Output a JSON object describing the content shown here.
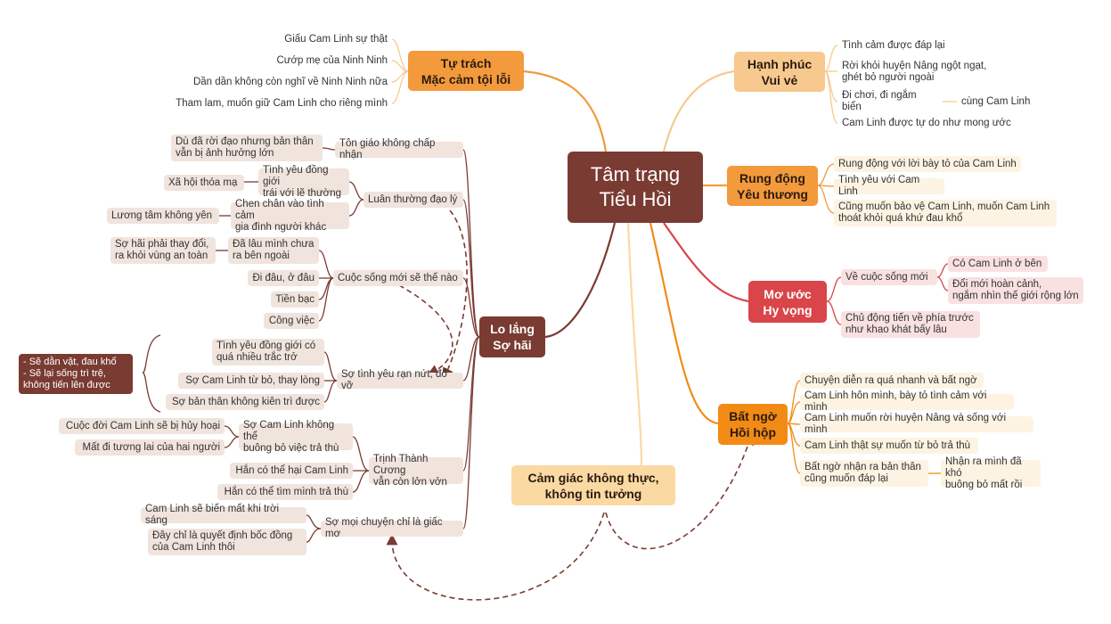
{
  "root": {
    "title": "Tâm trạng\nTiểu Hồi"
  },
  "colors": {
    "root": "#7a3b32",
    "orange": "#f29a3c",
    "peach": "#f7c98f",
    "red": "#d9454a",
    "amber": "#f28b16",
    "cream": "#fbd9a3",
    "brown": "#7a3b32"
  },
  "tu_trach": {
    "label": "Tự trách\nMặc cảm tội lỗi",
    "items": [
      "Giấu Cam Linh sự thật",
      "Cướp mẹ của Ninh Ninh",
      "Dần dần không còn nghĩ về Ninh Ninh nữa",
      "Tham lam, muốn giữ Cam Linh cho riêng mình"
    ]
  },
  "hanh_phuc": {
    "label": "Hạnh phúc\nVui vẻ",
    "items": [
      "Tình cảm được đáp lại",
      "Rời khỏi huyện Nâng ngột ngạt,\nghét bỏ người ngoài",
      "Đi chơi, đi ngắm biển",
      "Cam Linh được tự do như mong ước"
    ],
    "sub": "cùng Cam Linh"
  },
  "rung_dong": {
    "label": "Rung động\nYêu thương",
    "items": [
      "Rung động với lời bày tỏ của Cam Linh",
      "Tình yêu với Cam Linh",
      "Cũng muốn bảo vệ Cam Linh, muốn Cam Linh\nthoát khỏi quá khứ đau khổ"
    ]
  },
  "mo_uoc": {
    "label": "Mơ ước\nHy vọng",
    "items": [
      "Về cuộc sống mới",
      "Chủ động tiến về phía trước\nnhư khao khát bấy lâu"
    ],
    "sub": [
      "Có Cam Linh ở bên",
      "Đổi mới hoàn cảnh,\nngắm nhìn thế giới rộng lớn"
    ]
  },
  "bat_ngo": {
    "label": "Bất ngờ\nHồi hộp",
    "items": [
      "Chuyện diễn ra quá nhanh và bất ngờ",
      "Cam Linh hôn mình, bày tỏ tình cảm với mình",
      "Cam Linh muốn rời huyện Nâng và sống với mình",
      "Cam Linh thật sự muốn từ bỏ trả thù",
      "Bất ngờ nhận ra bản thân\ncũng muốn đáp lại"
    ],
    "sub": "Nhận ra mình đã khó\nbuông bỏ mất rồi"
  },
  "cam_giac": {
    "label": "Cảm giác không thực,\nkhông tin tưởng"
  },
  "lo_lang": {
    "label": "Lo lắng\nSợ hãi",
    "ton_giao": {
      "label": "Tôn giáo không chấp nhận",
      "sub": "Dù đã rời đạo nhưng bản thân\nvẫn bị ảnh hưởng lớn"
    },
    "luan_thuong": {
      "label": "Luân thường đạo lý",
      "a": "Tình yêu đồng giới\ntrái với lẽ thường",
      "a_sub": "Xã hội thóa mạ",
      "b": "Chen chân vào tình cảm\ngia đình người khác",
      "b_sub": "Lương tâm không yên"
    },
    "cuoc_song": {
      "label": "Cuộc sống mới sẽ thế nào",
      "items": [
        "Đã lâu mình chưa\nra bên ngoài",
        "Đi đâu, ở đâu",
        "Tiền bạc",
        "Công việc"
      ],
      "sub": "Sợ hãi phải thay đổi,\nra khỏi vùng an toàn"
    },
    "so_tinh_yeu": {
      "label": "Sợ tình yêu rạn nứt, đổ vỡ",
      "items": [
        "Tình yêu đồng giới có\nquá nhiều trắc trở",
        "Sợ Cam Linh từ bỏ, thay lòng",
        "Sợ bản thân không kiên trì được"
      ],
      "note": "- Sẽ dằn vặt, đau khổ\n- Sẽ lại sống trì trệ,\nkhông tiến lên được"
    },
    "trinh": {
      "label": "Trịnh Thành Cương\nvẫn còn lởn vởn",
      "a": "Sợ Cam Linh không thể\nbuông bỏ việc trả thù",
      "a_sub": [
        "Cuộc đời Cam Linh sẽ bị hủy hoại",
        "Mất đi tương lai của hai người"
      ],
      "b": "Hắn có thể hại Cam Linh",
      "c": "Hắn có thể tìm mình trả thù"
    },
    "giac_mo": {
      "label": "Sợ mọi chuyện chỉ là giấc mơ",
      "items": [
        "Cam Linh sẽ biến mất khi trời sáng",
        "Đây chỉ là quyết định bốc đồng\ncủa Cam Linh thôi"
      ]
    }
  }
}
